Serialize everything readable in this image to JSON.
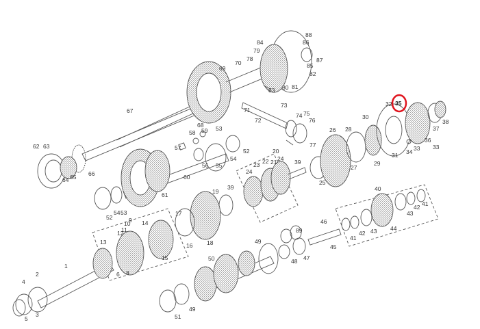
{
  "diagram": {
    "title": "Gearbox exploded view",
    "highlight_color": "#e0141e",
    "highlighted_part": "35",
    "labels": [
      {
        "id": "1",
        "text": "1"
      },
      {
        "id": "2",
        "text": "2"
      },
      {
        "id": "3",
        "text": "3"
      },
      {
        "id": "4",
        "text": "4"
      },
      {
        "id": "5",
        "text": "5"
      },
      {
        "id": "6",
        "text": "6"
      },
      {
        "id": "8",
        "text": "8"
      },
      {
        "id": "9",
        "text": "9"
      },
      {
        "id": "10",
        "text": "10"
      },
      {
        "id": "11",
        "text": "11"
      },
      {
        "id": "12",
        "text": "12"
      },
      {
        "id": "13",
        "text": "13"
      },
      {
        "id": "14",
        "text": "14"
      },
      {
        "id": "15",
        "text": "15"
      },
      {
        "id": "16",
        "text": "16"
      },
      {
        "id": "17",
        "text": "17"
      },
      {
        "id": "18",
        "text": "18"
      },
      {
        "id": "19",
        "text": "19"
      },
      {
        "id": "20",
        "text": "20"
      },
      {
        "id": "21",
        "text": "21"
      },
      {
        "id": "22",
        "text": "22"
      },
      {
        "id": "23",
        "text": "23"
      },
      {
        "id": "24a",
        "text": "24"
      },
      {
        "id": "24b",
        "text": "24"
      },
      {
        "id": "25",
        "text": "25"
      },
      {
        "id": "26",
        "text": "26"
      },
      {
        "id": "27",
        "text": "27"
      },
      {
        "id": "28",
        "text": "28"
      },
      {
        "id": "29",
        "text": "29"
      },
      {
        "id": "30",
        "text": "30"
      },
      {
        "id": "31",
        "text": "31"
      },
      {
        "id": "32",
        "text": "32"
      },
      {
        "id": "33a",
        "text": "33"
      },
      {
        "id": "33b",
        "text": "33"
      },
      {
        "id": "34",
        "text": "34"
      },
      {
        "id": "35",
        "text": "35"
      },
      {
        "id": "36",
        "text": "36"
      },
      {
        "id": "37",
        "text": "37"
      },
      {
        "id": "38",
        "text": "38"
      },
      {
        "id": "39a",
        "text": "39"
      },
      {
        "id": "39b",
        "text": "39"
      },
      {
        "id": "40",
        "text": "40"
      },
      {
        "id": "41a",
        "text": "41"
      },
      {
        "id": "41b",
        "text": "41"
      },
      {
        "id": "42a",
        "text": "42"
      },
      {
        "id": "42b",
        "text": "42"
      },
      {
        "id": "43a",
        "text": "43"
      },
      {
        "id": "43b",
        "text": "43"
      },
      {
        "id": "44",
        "text": "44"
      },
      {
        "id": "45",
        "text": "45"
      },
      {
        "id": "46",
        "text": "46"
      },
      {
        "id": "47",
        "text": "47"
      },
      {
        "id": "48",
        "text": "48"
      },
      {
        "id": "49a",
        "text": "49"
      },
      {
        "id": "49b",
        "text": "49"
      },
      {
        "id": "50",
        "text": "50"
      },
      {
        "id": "51",
        "text": "51"
      },
      {
        "id": "52a",
        "text": "52"
      },
      {
        "id": "52b",
        "text": "52"
      },
      {
        "id": "53a",
        "text": "53"
      },
      {
        "id": "53b",
        "text": "53"
      },
      {
        "id": "54a",
        "text": "54"
      },
      {
        "id": "54b",
        "text": "54"
      },
      {
        "id": "55",
        "text": "55"
      },
      {
        "id": "56",
        "text": "56"
      },
      {
        "id": "57",
        "text": "57"
      },
      {
        "id": "58",
        "text": "58"
      },
      {
        "id": "59",
        "text": "59"
      },
      {
        "id": "60",
        "text": "60"
      },
      {
        "id": "61",
        "text": "61"
      },
      {
        "id": "62",
        "text": "62"
      },
      {
        "id": "63",
        "text": "63"
      },
      {
        "id": "64",
        "text": "64"
      },
      {
        "id": "65",
        "text": "65"
      },
      {
        "id": "66",
        "text": "66"
      },
      {
        "id": "67",
        "text": "67"
      },
      {
        "id": "68",
        "text": "68"
      },
      {
        "id": "69",
        "text": "69"
      },
      {
        "id": "70",
        "text": "70"
      },
      {
        "id": "71",
        "text": "71"
      },
      {
        "id": "72",
        "text": "72"
      },
      {
        "id": "73",
        "text": "73"
      },
      {
        "id": "74",
        "text": "74"
      },
      {
        "id": "75",
        "text": "75"
      },
      {
        "id": "76",
        "text": "76"
      },
      {
        "id": "77",
        "text": "77"
      },
      {
        "id": "78",
        "text": "78"
      },
      {
        "id": "79",
        "text": "79"
      },
      {
        "id": "80",
        "text": "80"
      },
      {
        "id": "81",
        "text": "81"
      },
      {
        "id": "82",
        "text": "82"
      },
      {
        "id": "83",
        "text": "83"
      },
      {
        "id": "84",
        "text": "84"
      },
      {
        "id": "85",
        "text": "85"
      },
      {
        "id": "86",
        "text": "86"
      },
      {
        "id": "87",
        "text": "87"
      },
      {
        "id": "88",
        "text": "88"
      },
      {
        "id": "89",
        "text": "89"
      }
    ]
  }
}
